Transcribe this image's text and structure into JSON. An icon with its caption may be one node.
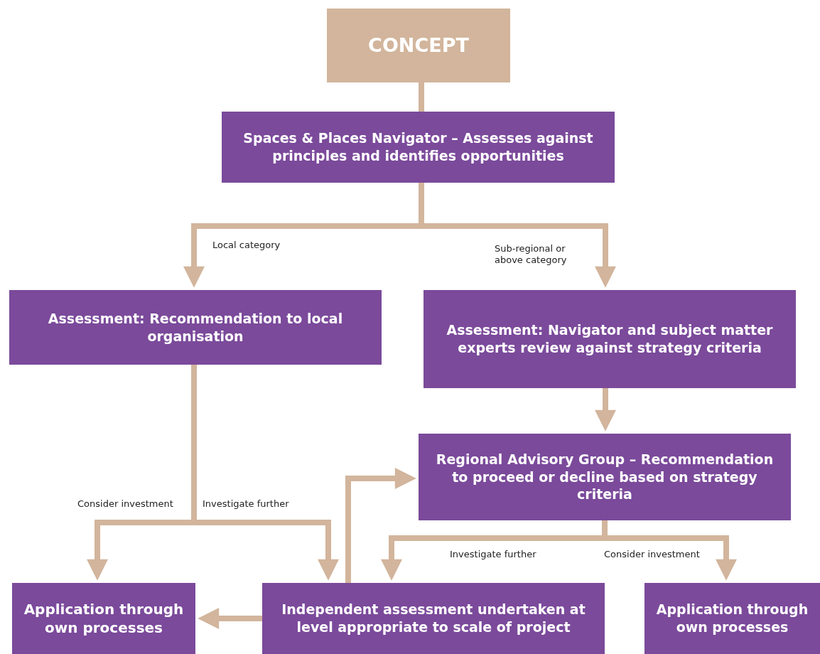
{
  "diagram": {
    "nodes": [
      {
        "text": [
          "CONCEPT"
        ]
      },
      {
        "text": [
          "Spaces & Places Navigator – Assesses against principles and identifies opportunities"
        ]
      },
      {
        "text": [
          "Assessment: Recommendation to local organisation"
        ]
      },
      {
        "text": [
          "Assessment: Navigator and subject matter experts review against strategy criteria"
        ]
      },
      {
        "text": [
          "Regional Advisory Group – Recommendation to proceed or decline based on strategy criteria"
        ]
      },
      {
        "text": [
          "Application through own processes"
        ]
      },
      {
        "text": [
          "Independent assessment undertaken at level appropriate to scale of project"
        ]
      },
      {
        "text": [
          "Application through own processes"
        ]
      }
    ],
    "edges": [
      {
        "from": 0,
        "to": 1,
        "arrow": "none"
      },
      {
        "from": 1,
        "to": 2,
        "arrow": "to",
        "label": "Local category"
      },
      {
        "from": 1,
        "to": 3,
        "arrow": "to",
        "label": "Sub-regional or above category"
      },
      {
        "from": 3,
        "to": 4,
        "arrow": "to"
      },
      {
        "from": 2,
        "to": 5,
        "arrow": "to",
        "label": "Consider investment"
      },
      {
        "from": 2,
        "to": 6,
        "arrow": "to",
        "label": "Investigate further"
      },
      {
        "from": 4,
        "to": 6,
        "arrow": "to",
        "label": "Investigate further"
      },
      {
        "from": 4,
        "to": 7,
        "arrow": "to",
        "label": "Consider investment"
      },
      {
        "from": 6,
        "to": 4,
        "arrow": "to"
      },
      {
        "from": 6,
        "to": 5,
        "arrow": "to"
      }
    ]
  }
}
